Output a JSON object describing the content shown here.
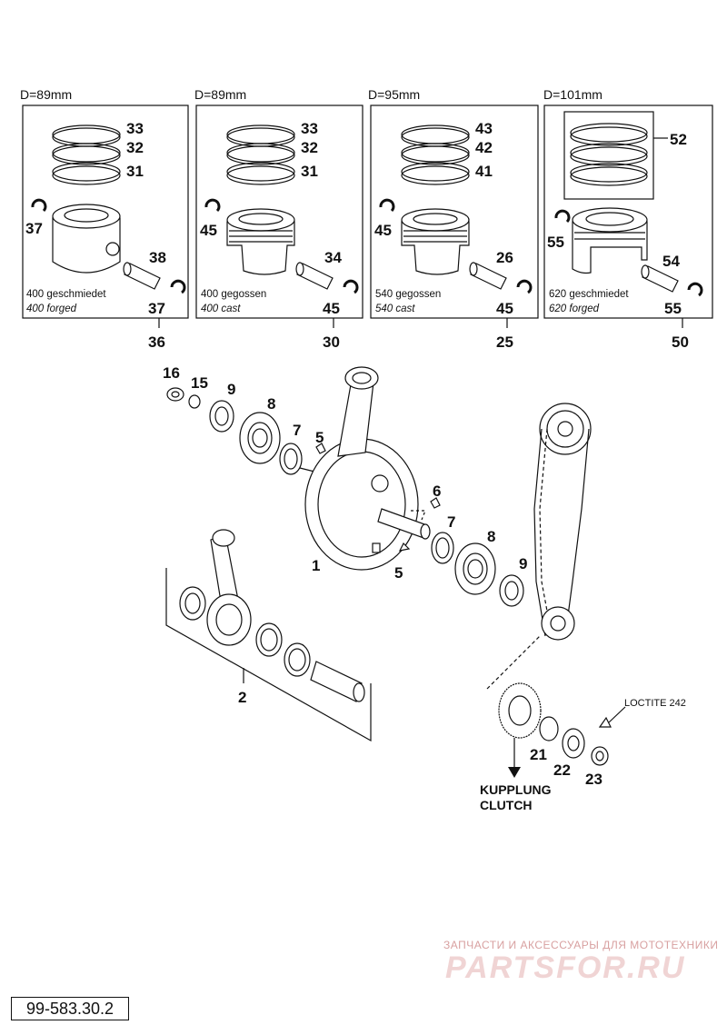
{
  "document_number": "99-583.30.2",
  "watermark": {
    "line1": "ЗАПЧАСТИ И АКСЕССУАРЫ ДЛЯ МОТОТЕХНИКИ",
    "line2": "PARTSFOR.RU"
  },
  "piston_panels": [
    {
      "diameter": "D=89mm",
      "ring_numbers": [
        "33",
        "32",
        "31"
      ],
      "circlip_left": "37",
      "pin": "38",
      "circlip_right": "37",
      "caption_de": "400 geschmiedet",
      "caption_en": "400 forged",
      "assembly": "36"
    },
    {
      "diameter": "D=89mm",
      "ring_numbers": [
        "33",
        "32",
        "31"
      ],
      "circlip_left": "45",
      "pin": "34",
      "circlip_right": "45",
      "caption_de": "400 gegossen",
      "caption_en": "400 cast",
      "assembly": "30"
    },
    {
      "diameter": "D=95mm",
      "ring_numbers": [
        "43",
        "42",
        "41"
      ],
      "circlip_left": "45",
      "pin": "26",
      "circlip_right": "45",
      "caption_de": "540 gegossen",
      "caption_en": "540 cast",
      "assembly": "25"
    },
    {
      "diameter": "D=101mm",
      "ring_numbers": [
        "52"
      ],
      "circlip_left": "55",
      "pin": "54",
      "circlip_right": "55",
      "caption_de": "620 geschmiedet",
      "caption_en": "620 forged",
      "assembly": "50"
    }
  ],
  "crank_labels": {
    "p16": "16",
    "p15": "15",
    "p9a": "9",
    "p8a": "8",
    "p7a": "7",
    "p5a": "5",
    "p6": "6",
    "p7b": "7",
    "p8b": "8",
    "p9b": "9",
    "p5b": "5",
    "p1": "1",
    "p2": "2",
    "p21": "21",
    "p22": "22",
    "p23": "23"
  },
  "loctite_note": "LOCTITE 242",
  "clutch_de": "KUPPLUNG",
  "clutch_en": "CLUTCH"
}
